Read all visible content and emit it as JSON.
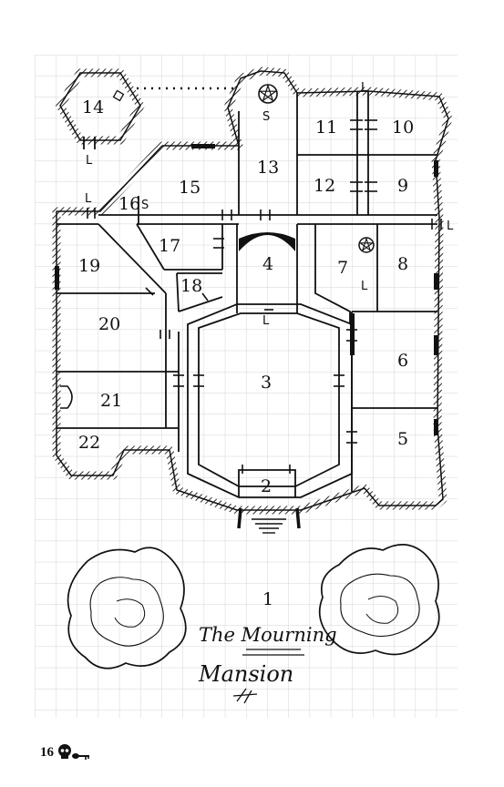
{
  "map": {
    "rooms": [
      {
        "id": "room-1",
        "label": "1"
      },
      {
        "id": "room-2",
        "label": "2"
      },
      {
        "id": "room-3",
        "label": "3"
      },
      {
        "id": "room-4",
        "label": "4"
      },
      {
        "id": "room-5",
        "label": "5"
      },
      {
        "id": "room-6",
        "label": "6"
      },
      {
        "id": "room-7",
        "label": "7"
      },
      {
        "id": "room-8",
        "label": "8"
      },
      {
        "id": "room-9",
        "label": "9"
      },
      {
        "id": "room-10",
        "label": "10"
      },
      {
        "id": "room-11",
        "label": "11"
      },
      {
        "id": "room-12",
        "label": "12"
      },
      {
        "id": "room-13",
        "label": "13"
      },
      {
        "id": "room-14",
        "label": "14"
      },
      {
        "id": "room-15",
        "label": "15"
      },
      {
        "id": "room-16",
        "label": "16"
      },
      {
        "id": "room-17",
        "label": "17"
      },
      {
        "id": "room-18",
        "label": "18"
      },
      {
        "id": "room-19",
        "label": "19"
      },
      {
        "id": "room-20",
        "label": "20"
      },
      {
        "id": "room-21",
        "label": "21"
      },
      {
        "id": "room-22",
        "label": "22"
      }
    ],
    "markers": {
      "secret_door": "S",
      "locked_door": "L"
    },
    "title_line1": "The Mourning",
    "title_line2": "Mansion",
    "grid": true,
    "icons": [
      "pentagram-icon",
      "tree-icon",
      "skull-icon",
      "key-icon",
      "stairs-icon"
    ]
  },
  "footer": {
    "page_number": "16"
  }
}
